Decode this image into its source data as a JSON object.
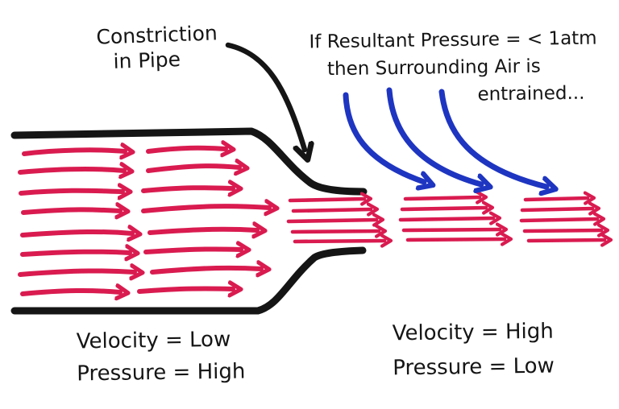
{
  "labels": {
    "constriction_line1": "Constriction",
    "constriction_line2": "in Pipe",
    "entrainment_line1": "If Resultant Pressure = < 1atm",
    "entrainment_line2": "then Surrounding Air is",
    "entrainment_line3": "entrained...",
    "left_state_velocity": "Velocity = Low",
    "left_state_pressure": "Pressure = High",
    "right_state_velocity": "Velocity = High",
    "right_state_pressure": "Pressure = Low"
  },
  "colors": {
    "flow_arrows": "#d91b50",
    "entrained_air_arrows": "#1e35c1",
    "pipe_and_ink": "#151515",
    "background": "#ffffff"
  }
}
